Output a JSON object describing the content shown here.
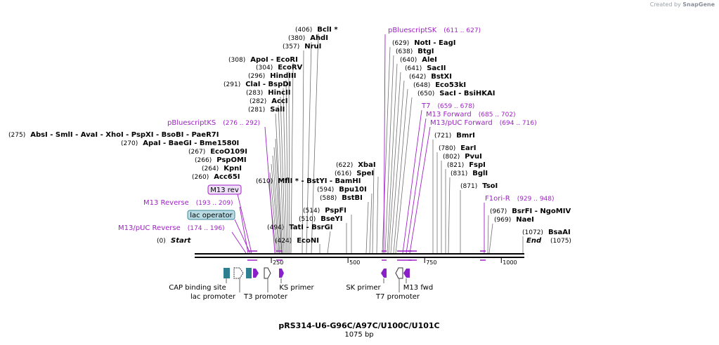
{
  "header": {
    "created_by": "Created by",
    "brand": "SnapGene"
  },
  "plasmid": {
    "name": "pRS314-U6-G96C/A97C/U100C/U101C",
    "length": "1075 bp"
  },
  "colors": {
    "enzyme": "#000000",
    "feature": "#a020c8",
    "primer_fill": "#ede0f8",
    "lac_fill": "#b9dbe4",
    "line": "#6e6e6e",
    "arrow_purple": "#8a20c8",
    "arrow_teal": "#2e7f8f"
  },
  "ruler": {
    "start_label": "Start",
    "start_pos": "(0)",
    "end_label": "End",
    "end_pos": "(1075)",
    "ticks": [
      "250",
      "500",
      "750",
      "1000"
    ]
  },
  "enzymes": [
    {
      "name": "BclI *",
      "pos": "(406)"
    },
    {
      "name": "AhdI",
      "pos": "(380)"
    },
    {
      "name": "NruI",
      "pos": "(357)"
    },
    {
      "name": "ApoI - EcoRI",
      "pos": "(308)"
    },
    {
      "name": "EcoRV",
      "pos": "(304)"
    },
    {
      "name": "HindIII",
      "pos": "(296)"
    },
    {
      "name": "ClaI - BspDI",
      "pos": "(291)"
    },
    {
      "name": "HincII",
      "pos": "(283)"
    },
    {
      "name": "AccI",
      "pos": "(282)"
    },
    {
      "name": "SalI",
      "pos": "(281)"
    },
    {
      "name": "AbsI - SmlI - AvaI - XhoI - PspXI - BsoBI - PaeR7I",
      "pos": "(275)"
    },
    {
      "name": "ApaI - BaeGI - Bme1580I",
      "pos": "(270)"
    },
    {
      "name": "EcoO109I",
      "pos": "(267)"
    },
    {
      "name": "PspOMI",
      "pos": "(266)"
    },
    {
      "name": "KpnI",
      "pos": "(264)"
    },
    {
      "name": "Acc65I",
      "pos": "(260)"
    },
    {
      "name": "MflI * - BstYI - BamHI",
      "pos": "(610)"
    },
    {
      "name": "XbaI",
      "pos": "(622)"
    },
    {
      "name": "SpeI",
      "pos": "(616)"
    },
    {
      "name": "Bpu10I",
      "pos": "(594)"
    },
    {
      "name": "BstBI",
      "pos": "(588)"
    },
    {
      "name": "PspFI",
      "pos": "(514)"
    },
    {
      "name": "BseYI",
      "pos": "(510)"
    },
    {
      "name": "TatI - BsrGI",
      "pos": "(494)"
    },
    {
      "name": "EcoNI",
      "pos": "(424)"
    },
    {
      "name": "NotI - EagI",
      "pos": "(629)"
    },
    {
      "name": "BtgI",
      "pos": "(638)"
    },
    {
      "name": "AleI",
      "pos": "(640)"
    },
    {
      "name": "SacII",
      "pos": "(641)"
    },
    {
      "name": "BstXI",
      "pos": "(642)"
    },
    {
      "name": "Eco53kI",
      "pos": "(648)"
    },
    {
      "name": "SacI - BsiHKAI",
      "pos": "(650)"
    },
    {
      "name": "BmrI",
      "pos": "(721)"
    },
    {
      "name": "EarI",
      "pos": "(780)"
    },
    {
      "name": "PvuI",
      "pos": "(802)"
    },
    {
      "name": "FspI",
      "pos": "(821)"
    },
    {
      "name": "BglI",
      "pos": "(831)"
    },
    {
      "name": "TsoI",
      "pos": "(871)"
    },
    {
      "name": "BsrFI - NgoMIV",
      "pos": "(967)"
    },
    {
      "name": "NaeI",
      "pos": "(969)"
    },
    {
      "name": "BsaAI",
      "pos": "(1072)"
    }
  ],
  "features": [
    {
      "name": "pBluescriptSK",
      "pos": "(611 .. 627)"
    },
    {
      "name": "pBluescriptKS",
      "pos": "(276 .. 292)"
    },
    {
      "name": "M13 Reverse",
      "pos": "(193 .. 209)"
    },
    {
      "name": "M13/pUC Reverse",
      "pos": "(174 .. 196)"
    },
    {
      "name": "T7",
      "pos": "(659 .. 678)"
    },
    {
      "name": "M13 Forward",
      "pos": "(685 .. 702)"
    },
    {
      "name": "M13/pUC Forward",
      "pos": "(694 .. 716)"
    },
    {
      "name": "F1ori-R",
      "pos": "(929 .. 948)"
    }
  ],
  "boxed_features": [
    {
      "name": "M13 rev"
    },
    {
      "name": "lac operator"
    }
  ],
  "bottom_labels": [
    {
      "name": "CAP binding site"
    },
    {
      "name": "lac promoter"
    },
    {
      "name": "T3 promoter"
    },
    {
      "name": "KS primer"
    },
    {
      "name": "SK primer"
    },
    {
      "name": "M13 fwd"
    },
    {
      "name": "T7 promoter"
    }
  ]
}
